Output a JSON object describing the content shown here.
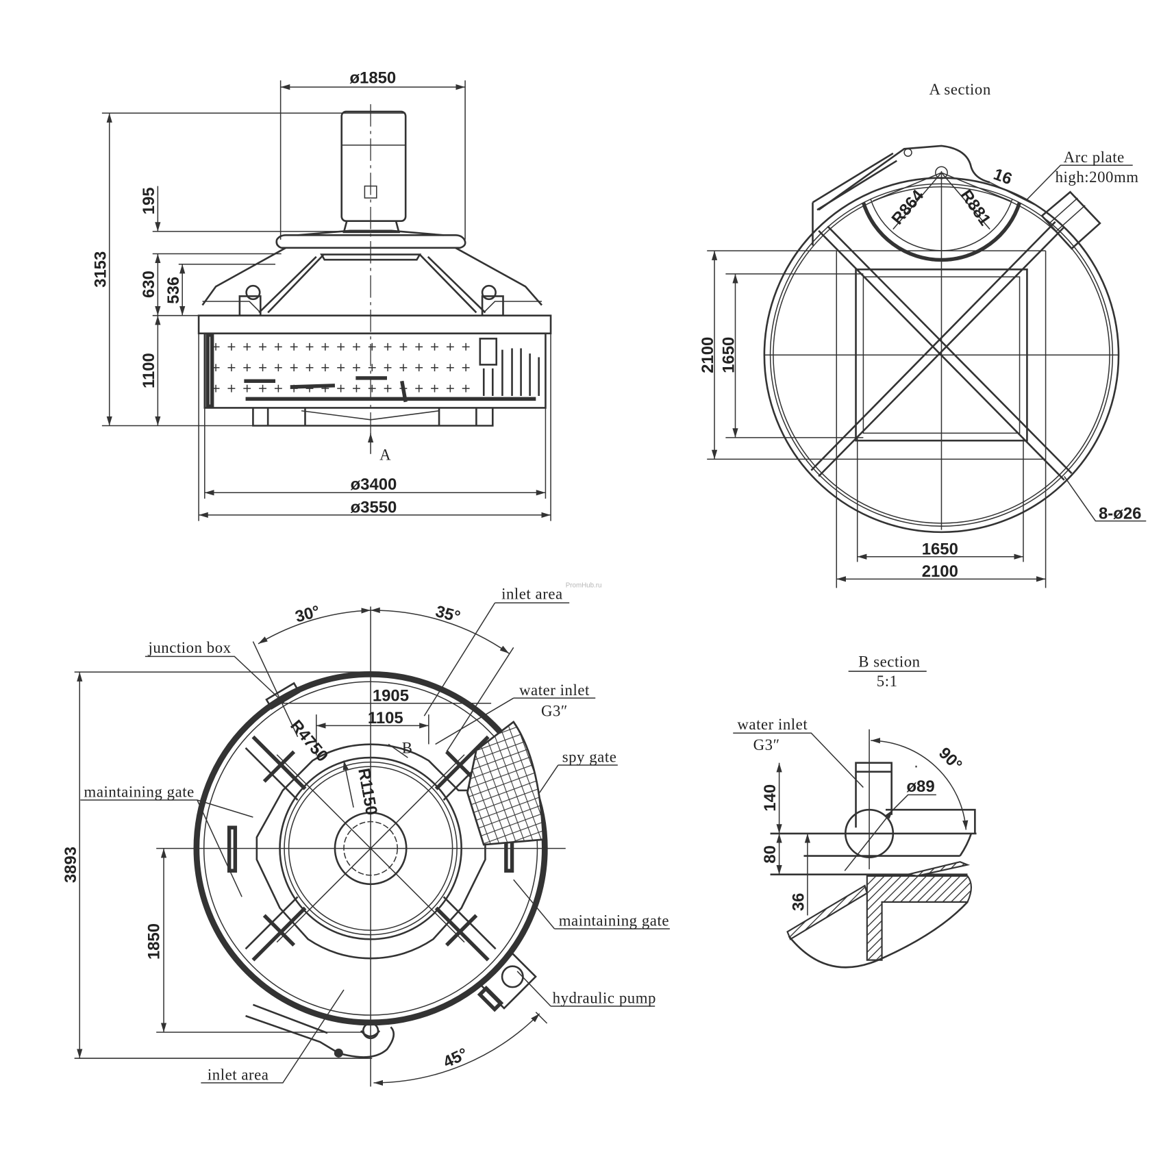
{
  "elevation_view": {
    "dims": {
      "top_diameter": "ø1850",
      "total_height": "3153",
      "h195": "195",
      "h630": "630",
      "h536": "536",
      "h1100": "1100",
      "inner_diameter": "ø3400",
      "outer_diameter": "ø3550"
    },
    "section_marker": "A"
  },
  "a_section": {
    "title": "A section",
    "arc_plate_line1": "Arc plate",
    "arc_plate_line2": "high:200mm",
    "thickness": "16",
    "r_inner": "R864",
    "r_outer": "R881",
    "v_outer": "2100",
    "v_inner": "1650",
    "h_inner": "1650",
    "h_outer": "2100",
    "holes": "8-ø26"
  },
  "watermark": "PromHub.ru",
  "plan_view": {
    "angle_left": "30°",
    "angle_right": "35°",
    "angle_bottom": "45°",
    "dim_1905": "1905",
    "dim_1105": "1105",
    "r_large": "R4750",
    "r_1150": "R1150",
    "section_marker": "B",
    "height_3893": "3893",
    "height_1850": "1850",
    "labels": {
      "inlet_area_top": "inlet area",
      "junction_box": "junction box",
      "water_inlet": "water inlet",
      "water_inlet_spec": "G3″",
      "spy_gate": "spy gate",
      "maintaining_gate_left": "maintaining gate",
      "maintaining_gate_right": "maintaining gate",
      "hydraulic_pump": "hydraulic pump",
      "inlet_area_bottom": "inlet area"
    }
  },
  "b_section": {
    "title": "B section",
    "scale": "5:1",
    "water_inlet": "water inlet",
    "water_inlet_spec": "G3″",
    "pipe_diameter": "ø89",
    "angle": "90°",
    "d140": "140",
    "d80": "80",
    "d36": "36"
  }
}
